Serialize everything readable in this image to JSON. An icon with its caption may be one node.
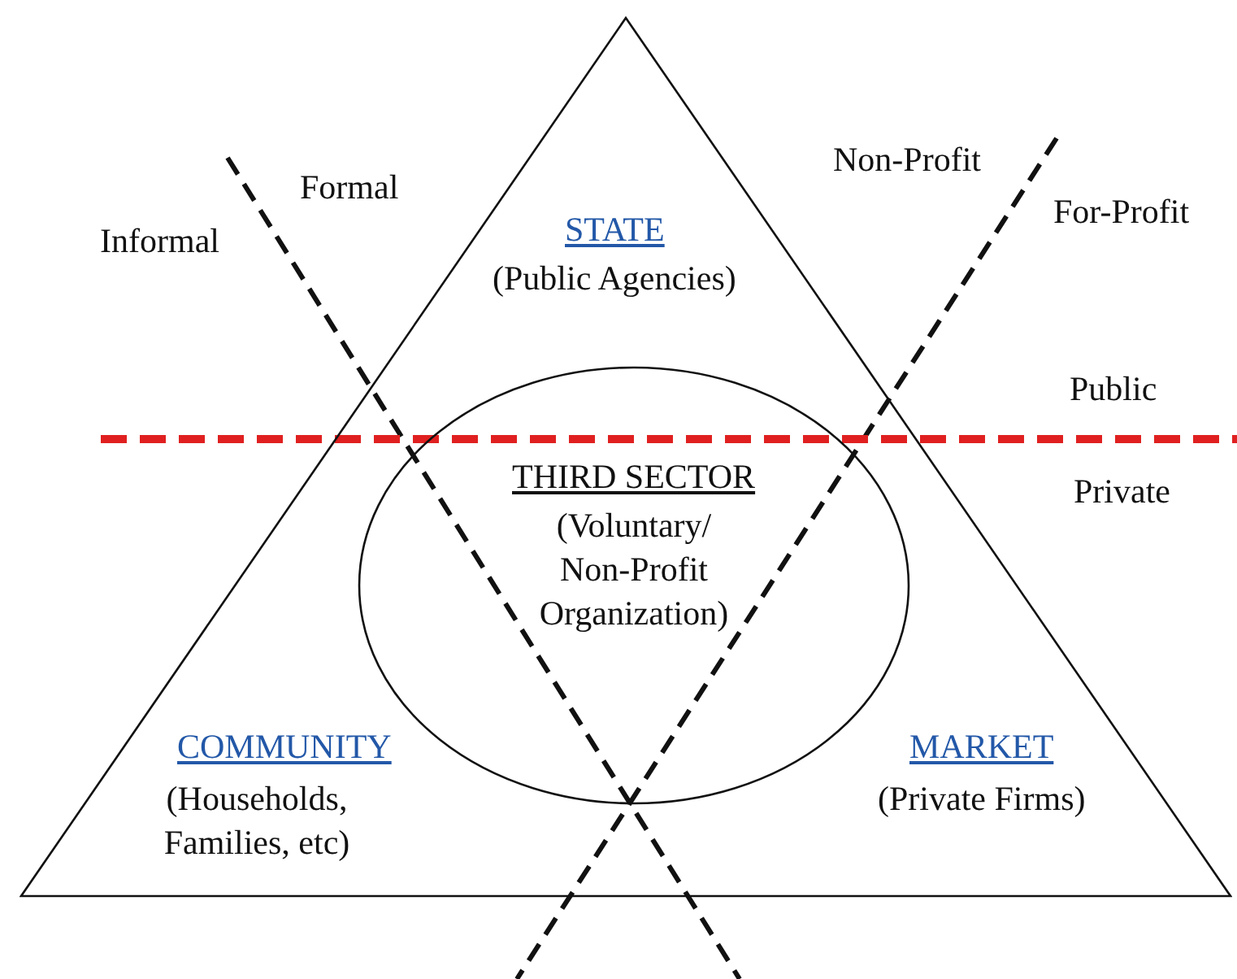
{
  "diagram": {
    "nodes": [
      {
        "text": [
          "STATE",
          "(Public Agencies)",
          "COMMUNITY",
          "(Households, Families, etc)",
          "MARKET",
          "(Private Firms)"
        ]
      },
      {
        "text": [
          "THIRD SECTOR",
          "(Voluntary/ Non-Profit Organization)"
        ],
        "in": 0
      }
    ],
    "edges": [],
    "labels": [
      "Formal",
      "Informal",
      "Non-Profit",
      "For-Profit",
      "Public",
      "Private"
    ]
  }
}
